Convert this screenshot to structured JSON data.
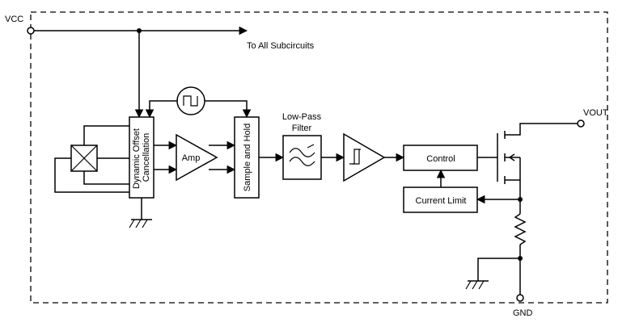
{
  "labels": {
    "vcc": "VCC",
    "to_all": "To All Subcircuits",
    "lowpass_line1": "Low-Pass",
    "lowpass_line2": "Filter",
    "vout": "VOUT",
    "gnd": "GND"
  },
  "blocks": {
    "doc_line1": "Dynamic Offset",
    "doc_line2": "Cancellation",
    "amp": "Amp",
    "sample_hold": "Sample and Hold",
    "control": "Control",
    "current_limit": "Current Limit"
  }
}
